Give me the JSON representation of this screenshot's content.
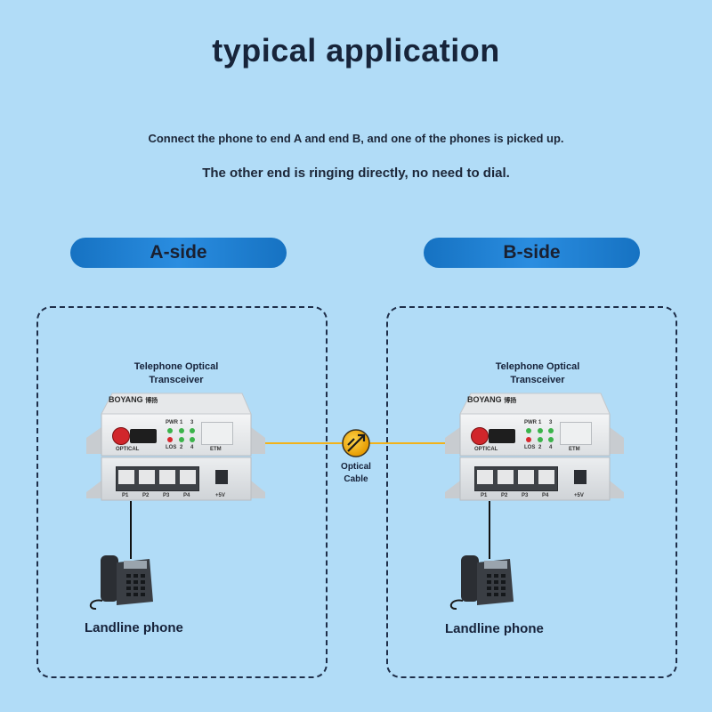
{
  "header": {
    "title": "typical application",
    "line1": "Connect the phone to end A and end B, and one of the phones is picked up.",
    "line2": "The other end is ringing directly, no need to dial."
  },
  "sides": {
    "a_label": "A-side",
    "b_label": "B-side"
  },
  "device": {
    "name_line1": "Telephone Optical",
    "name_line2": "Transceiver",
    "brand": "BOYANG",
    "brand_cn": "博扬",
    "led_pwr": "PWR",
    "led_los": "LOS",
    "num1": "1",
    "num2": "2",
    "num3": "3",
    "num4": "4",
    "optical": "OPTICAL",
    "etm": "ETM",
    "ports": [
      "P1",
      "P2",
      "P3",
      "P4"
    ],
    "power": "+5V"
  },
  "cable": {
    "line1": "Optical",
    "line2": "Cable",
    "color": "#f2b21a"
  },
  "phone": {
    "label": "Landline phone"
  },
  "colors": {
    "background": "#b1dcf7",
    "pill": "#1f80d2",
    "zone_border": "#1f2f4a"
  }
}
